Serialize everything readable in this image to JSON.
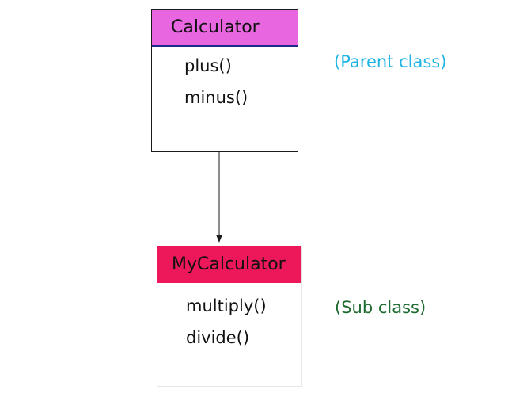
{
  "parent_class": {
    "name": "Calculator",
    "methods": [
      "plus()",
      "minus()"
    ],
    "annotation": "(Parent class)"
  },
  "child_class": {
    "name": "MyCalculator",
    "methods": [
      "multiply()",
      "divide()"
    ],
    "annotation": "(Sub class)"
  },
  "colors": {
    "parent_header": "#e866e0",
    "parent_header_border": "#1f2a8c",
    "child_header": "#ec185a",
    "parent_annotation": "#1eb4e6",
    "child_annotation": "#1e6b30",
    "connector": "#1a1a1a"
  }
}
